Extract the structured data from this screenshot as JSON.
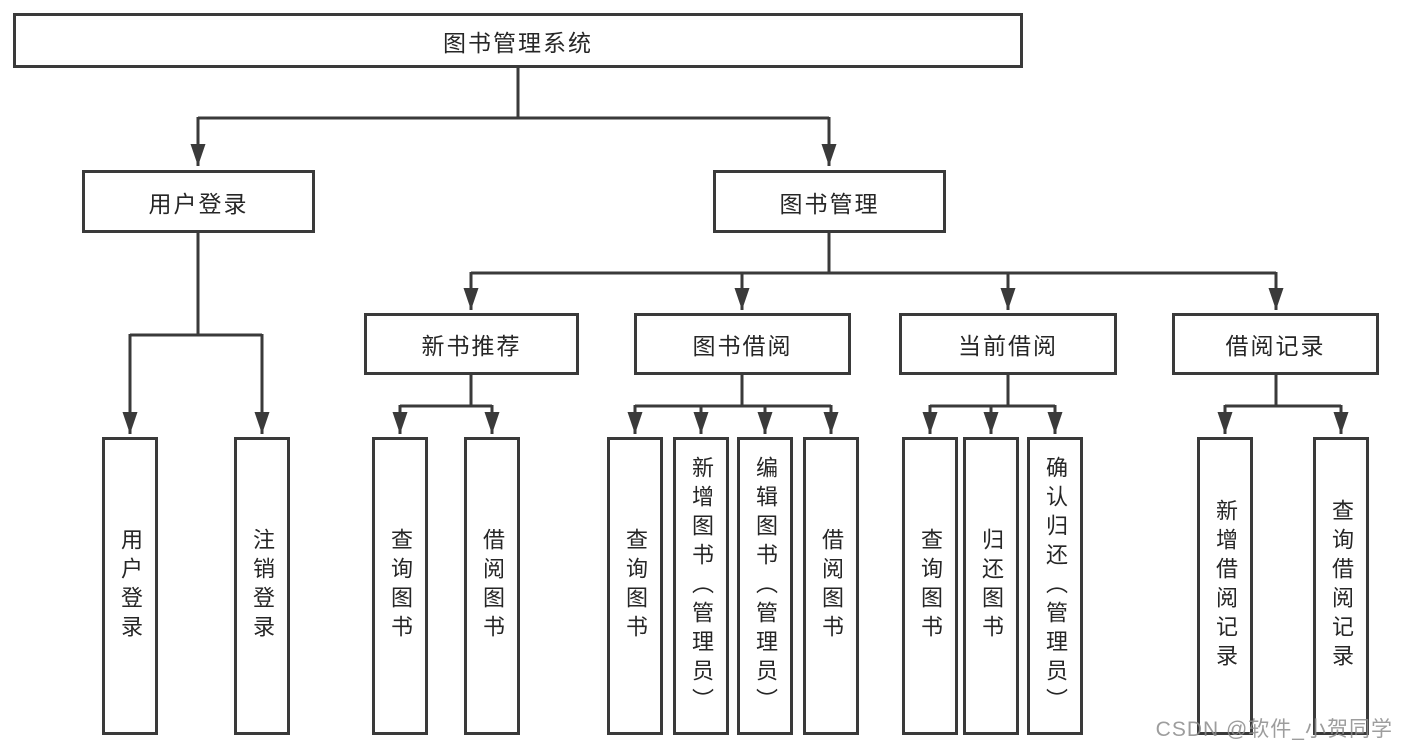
{
  "diagram": {
    "type": "tree",
    "root": {
      "label": "图书管理系统"
    },
    "level1": [
      {
        "label": "用户登录"
      },
      {
        "label": "图书管理"
      }
    ],
    "level2": [
      {
        "label": "新书推荐",
        "parent": "图书管理"
      },
      {
        "label": "图书借阅",
        "parent": "图书管理"
      },
      {
        "label": "当前借阅",
        "parent": "图书管理"
      },
      {
        "label": "借阅记录",
        "parent": "图书管理"
      }
    ],
    "leaves": [
      {
        "label": "用户登录",
        "parent": "用户登录"
      },
      {
        "label": "注销登录",
        "parent": "用户登录"
      },
      {
        "label": "查询图书",
        "parent": "新书推荐"
      },
      {
        "label": "借阅图书",
        "parent": "新书推荐"
      },
      {
        "label": "查询图书",
        "parent": "图书借阅"
      },
      {
        "label": "新增图书（管理员）",
        "parent": "图书借阅"
      },
      {
        "label": "编辑图书（管理员）",
        "parent": "图书借阅"
      },
      {
        "label": "借阅图书",
        "parent": "图书借阅"
      },
      {
        "label": "查询图书",
        "parent": "当前借阅"
      },
      {
        "label": "归还图书",
        "parent": "当前借阅"
      },
      {
        "label": "确认归还（管理员）",
        "parent": "当前借阅"
      },
      {
        "label": "新增借阅记录",
        "parent": "借阅记录"
      },
      {
        "label": "查询借阅记录",
        "parent": "借阅记录"
      }
    ],
    "watermark": "CSDN @软件_小贺同学",
    "colors": {
      "line": "#3a3a3a",
      "box_border": "#3a3a3a",
      "text": "#262626",
      "background": "#ffffff",
      "watermark": "#8c8c8c"
    }
  }
}
